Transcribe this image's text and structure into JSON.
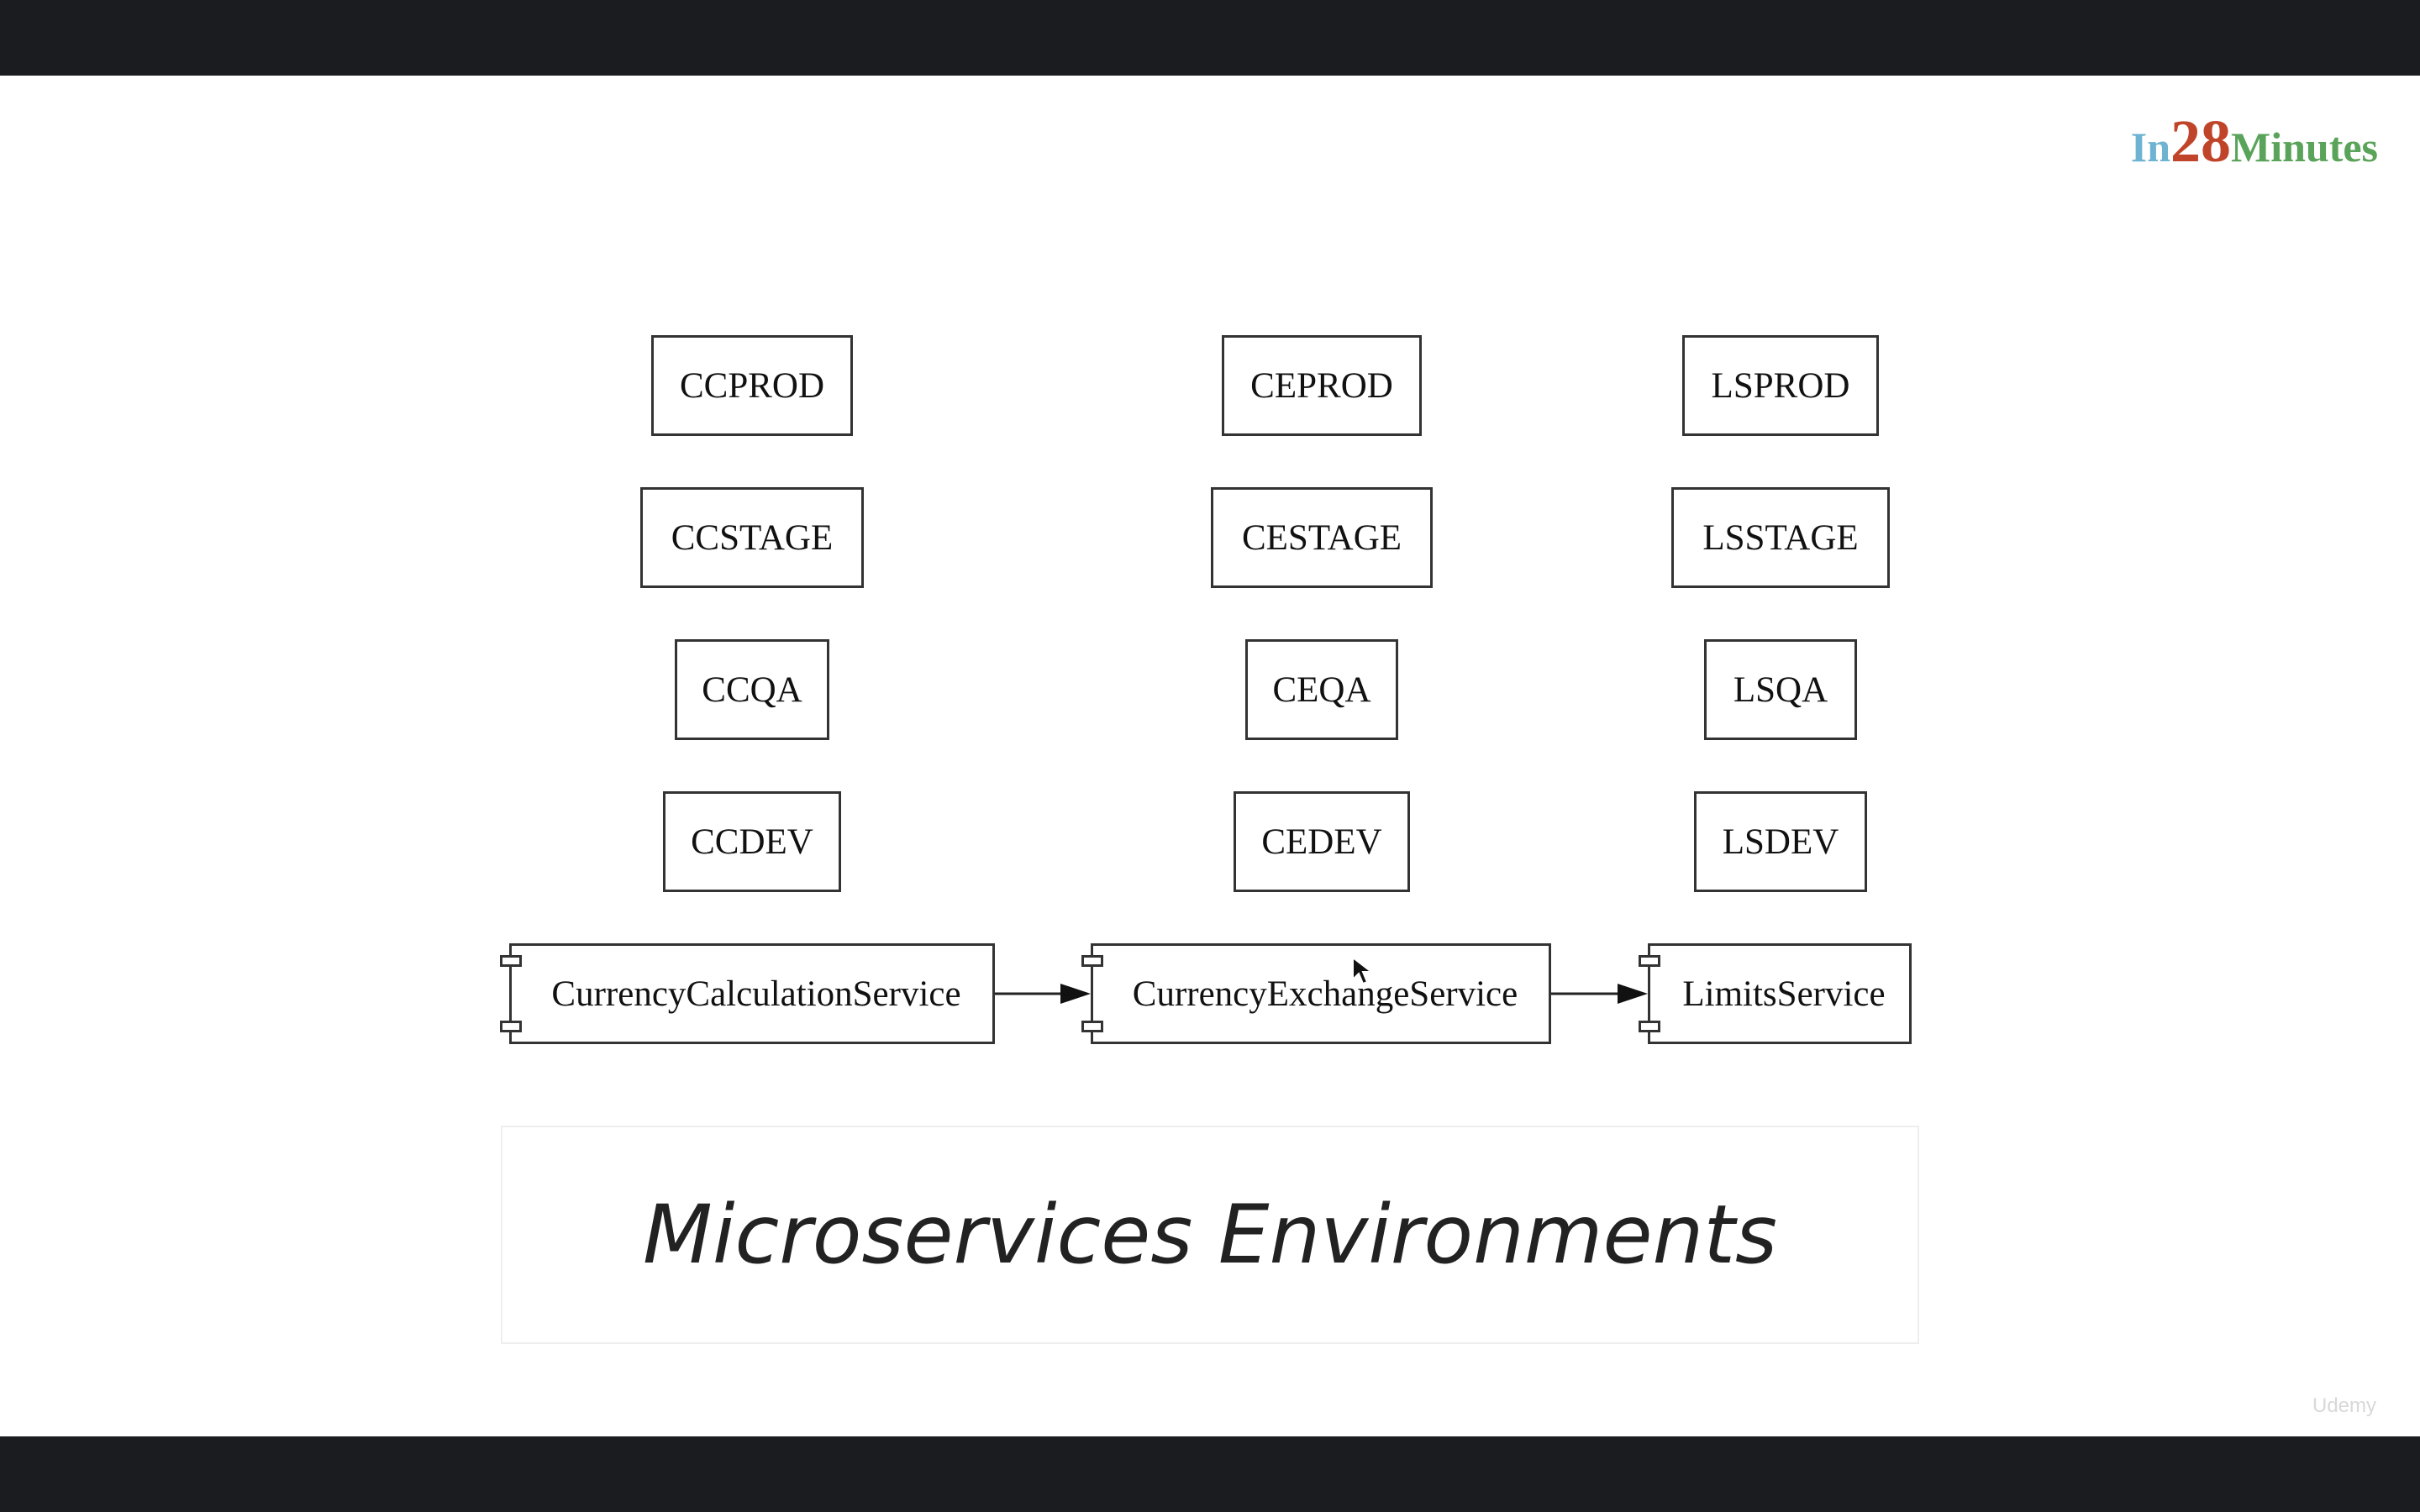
{
  "logo": {
    "part1": "In",
    "part2": "28",
    "part3": "Minutes"
  },
  "columns": [
    {
      "environments": [
        "CCPROD",
        "CCSTAGE",
        "CCQA",
        "CCDEV"
      ],
      "service": "CurrencyCalculationService"
    },
    {
      "environments": [
        "CEPROD",
        "CESTAGE",
        "CEQA",
        "CEDEV"
      ],
      "service": "CurrencyExchangeService"
    },
    {
      "environments": [
        "LSPROD",
        "LSSTAGE",
        "LSQA",
        "LSDEV"
      ],
      "service": "LimitsService"
    }
  ],
  "caption": "Microservices Environments",
  "watermark": "Udemy"
}
